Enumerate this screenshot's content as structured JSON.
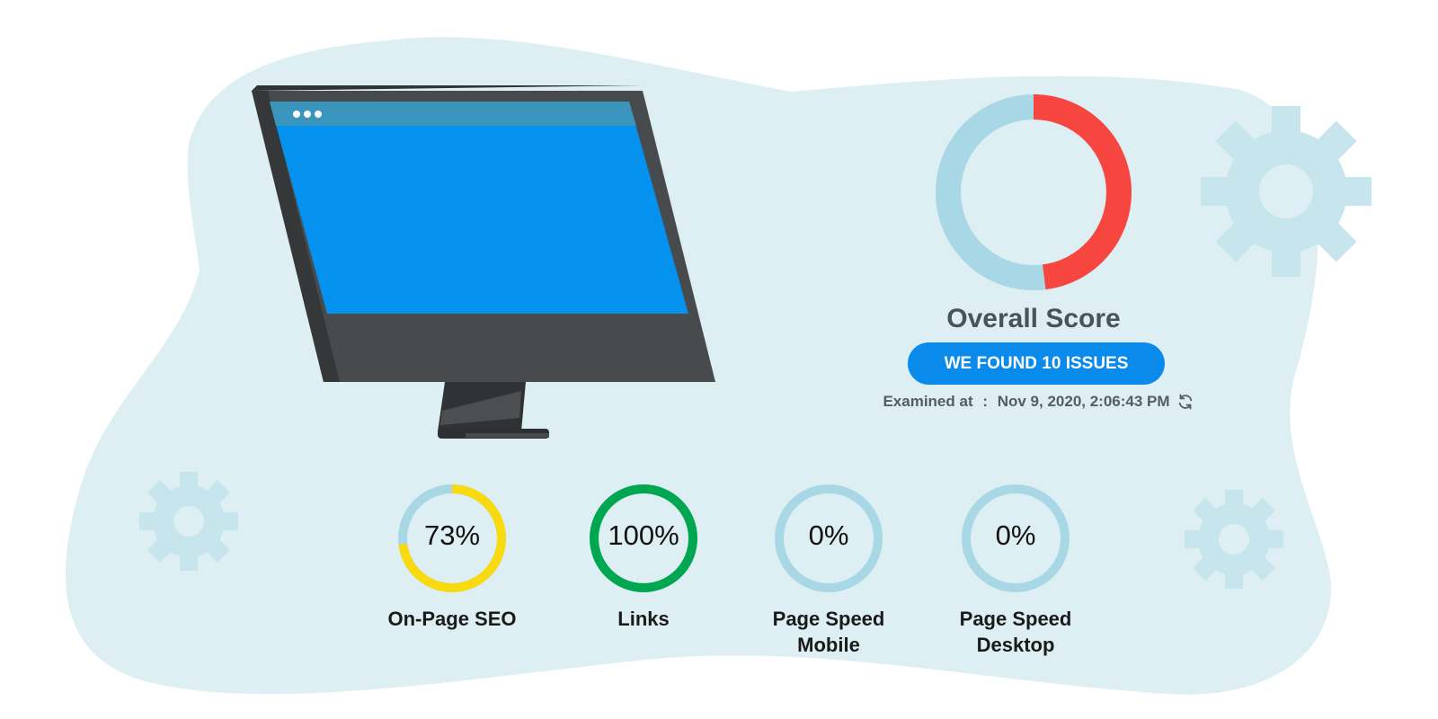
{
  "overall": {
    "title": "Overall Score",
    "issues_label": "WE FOUND 10 ISSUES",
    "examined_prefix": "Examined at",
    "examined_sep": " : ",
    "examined_time": "Nov 9, 2020, 2:06:43 PM",
    "score_fraction": 0.48
  },
  "metrics": [
    {
      "value_text": "73%",
      "fraction": 0.73,
      "label_line1": "On-Page SEO",
      "label_line2": "",
      "color": "#f9d90f"
    },
    {
      "value_text": "100%",
      "fraction": 1.0,
      "label_line1": "Links",
      "label_line2": "",
      "color": "#00a650"
    },
    {
      "value_text": "0%",
      "fraction": 0.0,
      "label_line1": "Page Speed",
      "label_line2": "Mobile",
      "color": "#a7d8e6"
    },
    {
      "value_text": "0%",
      "fraction": 0.0,
      "label_line1": "Page Speed",
      "label_line2": "Desktop",
      "color": "#a7d8e6"
    }
  ],
  "colors": {
    "ring_track": "#a8d8e5",
    "overall_accent": "#f74640",
    "button_bg": "#0a8bec",
    "background_blob": "#ddeff3",
    "screen_blue": "#0592ee",
    "gear": "#c6e5ec"
  },
  "icons": {
    "refresh": "refresh-icon",
    "gears": "gear-icon",
    "monitor": "monitor-icon"
  }
}
